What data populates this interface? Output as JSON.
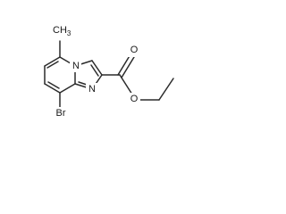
{
  "molecule": {
    "atoms": {
      "methyl": "CH3",
      "methyl_main": "CH",
      "methyl_sub": "3",
      "n_bridge": "N",
      "n_imidazole": "N",
      "o_carbonyl": "O",
      "o_ester": "O",
      "bromine": "Br"
    },
    "colors": {
      "bond": "#2b2b2b",
      "label": "#1a1a1a",
      "background": "#ffffff"
    }
  }
}
